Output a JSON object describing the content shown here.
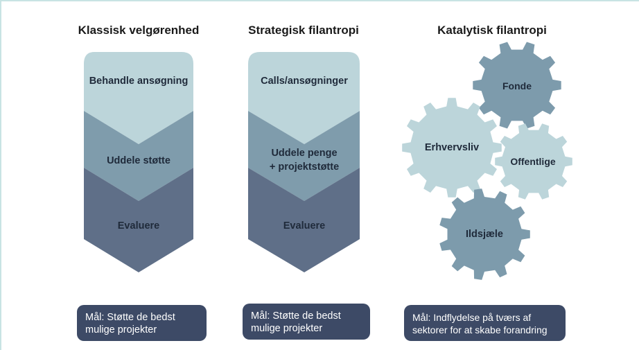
{
  "columns": [
    {
      "title": "Klassisk velgørenhed",
      "stages": [
        "Behandle ansøgning",
        "Uddele støtte",
        "Evaluere"
      ],
      "goal": [
        "Mål: Støtte de bedst",
        "mulige projekter"
      ]
    },
    {
      "title": "Strategisk filantropi",
      "stages": [
        "Calls/ansøgninger",
        "Uddele penge",
        "+ projektstøtte",
        "Evaluere"
      ],
      "goal": [
        "Mål: Støtte de bedst",
        "mulige projekter"
      ]
    },
    {
      "title": "Katalytisk filantropi",
      "gears": [
        "Fonde",
        "Erhvervsliv",
        "Offentlige",
        "Ildsjæle"
      ],
      "goal": [
        "Mål: Indflydelse på tværs af",
        "sektorer for at skabe forandring"
      ]
    }
  ],
  "colors": {
    "stage_top": "#bcd5da",
    "stage_mid": "#7f9cac",
    "stage_bottom": "#5f6f88",
    "gear_dark": "#7d9bac",
    "gear_light": "#bcd5da",
    "goal_box": "#3d4a66",
    "frame": "#c8e3e3"
  }
}
